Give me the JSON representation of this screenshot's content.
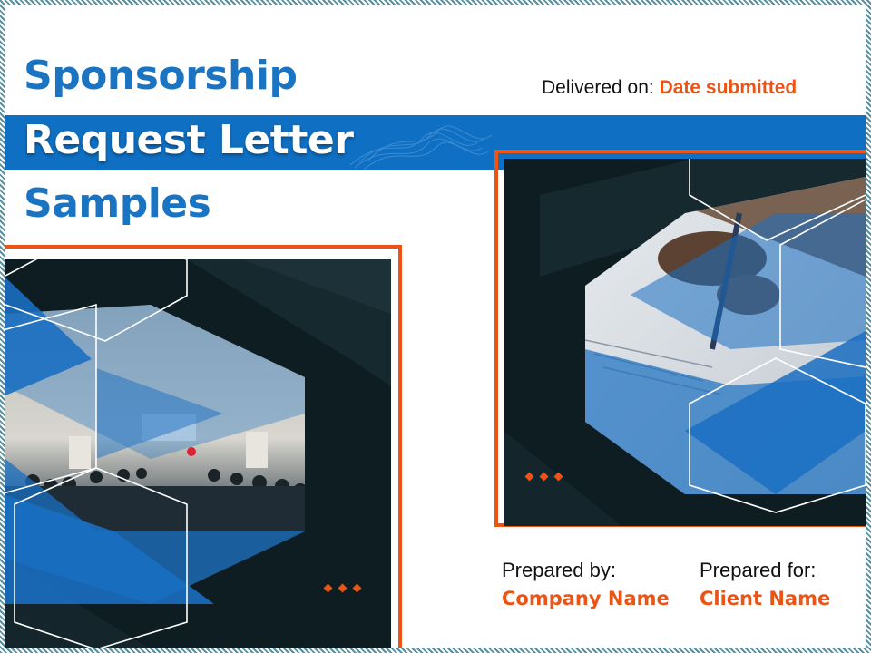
{
  "title": {
    "line1": "Sponsorship",
    "line2": "Request Letter",
    "line3": "Samples"
  },
  "delivered": {
    "label": "Delivered on: ",
    "value": "Date submitted"
  },
  "prepared_by": {
    "label": "Prepared by:",
    "value": "Company Name"
  },
  "prepared_for": {
    "label": "Prepared for:",
    "value": "Client Name"
  },
  "colors": {
    "accent_orange": "#ea5416",
    "brand_blue": "#0f6fc2",
    "dark_bg": "#0d1d22"
  },
  "images": {
    "left": "conference-audience-photo",
    "right": "hand-signing-document-photo"
  }
}
